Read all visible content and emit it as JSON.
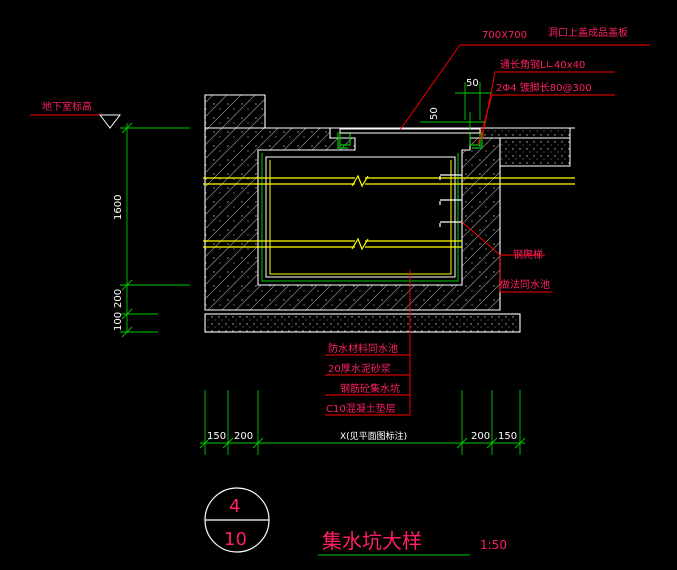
{
  "colors": {
    "background": "#000000",
    "structure": "#ffffff",
    "dimension": "#00c800",
    "leader": "#ff0000",
    "label": "#ff2060",
    "pipe": "#ffff00",
    "annotation": "#ffffff",
    "title_line": "#00c800"
  },
  "labels": {
    "cover_size": "700X700",
    "cover_note": "洞口上盖成品盖板",
    "angle_frame": "通长角钢L∟40x40",
    "anchor_bars": "2Φ4 镀脚长80@300",
    "basement_level": "地下室标高",
    "ladder": "钢爬梯",
    "same_as_pool": "做法同水池",
    "waterproof": "防水材料同水池",
    "mortar": "20厚水泥砂浆",
    "rc_pit": "钢筋砼集水坑",
    "cushion": "C10混凝土垫层"
  },
  "dims": {
    "top_50_a": "50",
    "top_50_b": "50",
    "depth_1600": "1600",
    "depth_200": "200",
    "depth_100": "100",
    "w_150_left": "150",
    "w_200_left": "200",
    "w_x": "X(见平面图标注)",
    "w_200_right": "200",
    "w_150_right": "150"
  },
  "title": {
    "number": "4",
    "sheet": "10",
    "name": "集水坑大样",
    "scale": "1:50"
  }
}
